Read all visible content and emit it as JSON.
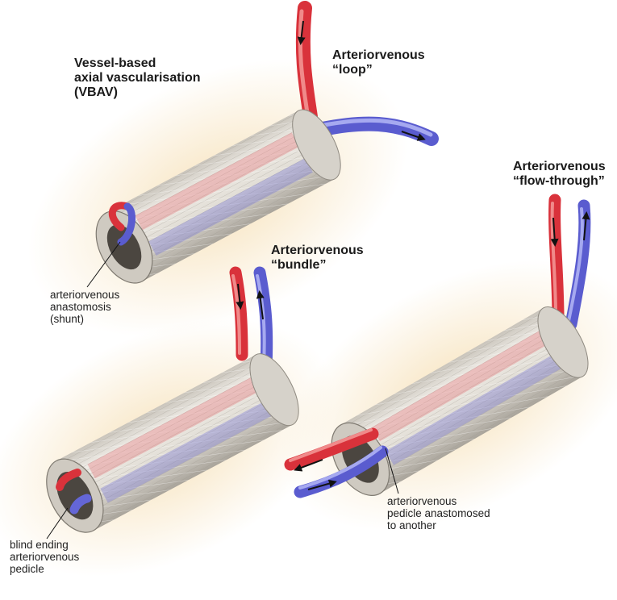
{
  "labels": {
    "vbav": [
      "Vessel-based",
      "axial vascularisation",
      "(VBAV)"
    ],
    "loop": [
      "Arteriorvenous",
      "“loop”"
    ],
    "bundle": [
      "Arteriorvenous",
      "“bundle”"
    ],
    "flow_through": [
      "Arteriorvenous",
      "“flow-through”"
    ],
    "shunt": [
      "arteriorvenous",
      "anastomosis",
      "(shunt)"
    ],
    "blind": [
      "blind ending",
      "arteriorvenous",
      "pedicle"
    ],
    "pedicle": [
      "arteriorvenous",
      "pedicle anastomosed",
      "to another"
    ]
  },
  "colors": {
    "artery": "#d9323b",
    "artery_light": "#f08a8a",
    "vein": "#5a5ccf",
    "vein_light": "#9fa4ef",
    "scaffold": "#e7e3dc",
    "scaffold_shadow": "#b8b3aa",
    "glow": "#f6dfb4",
    "arrow": "#111111"
  }
}
